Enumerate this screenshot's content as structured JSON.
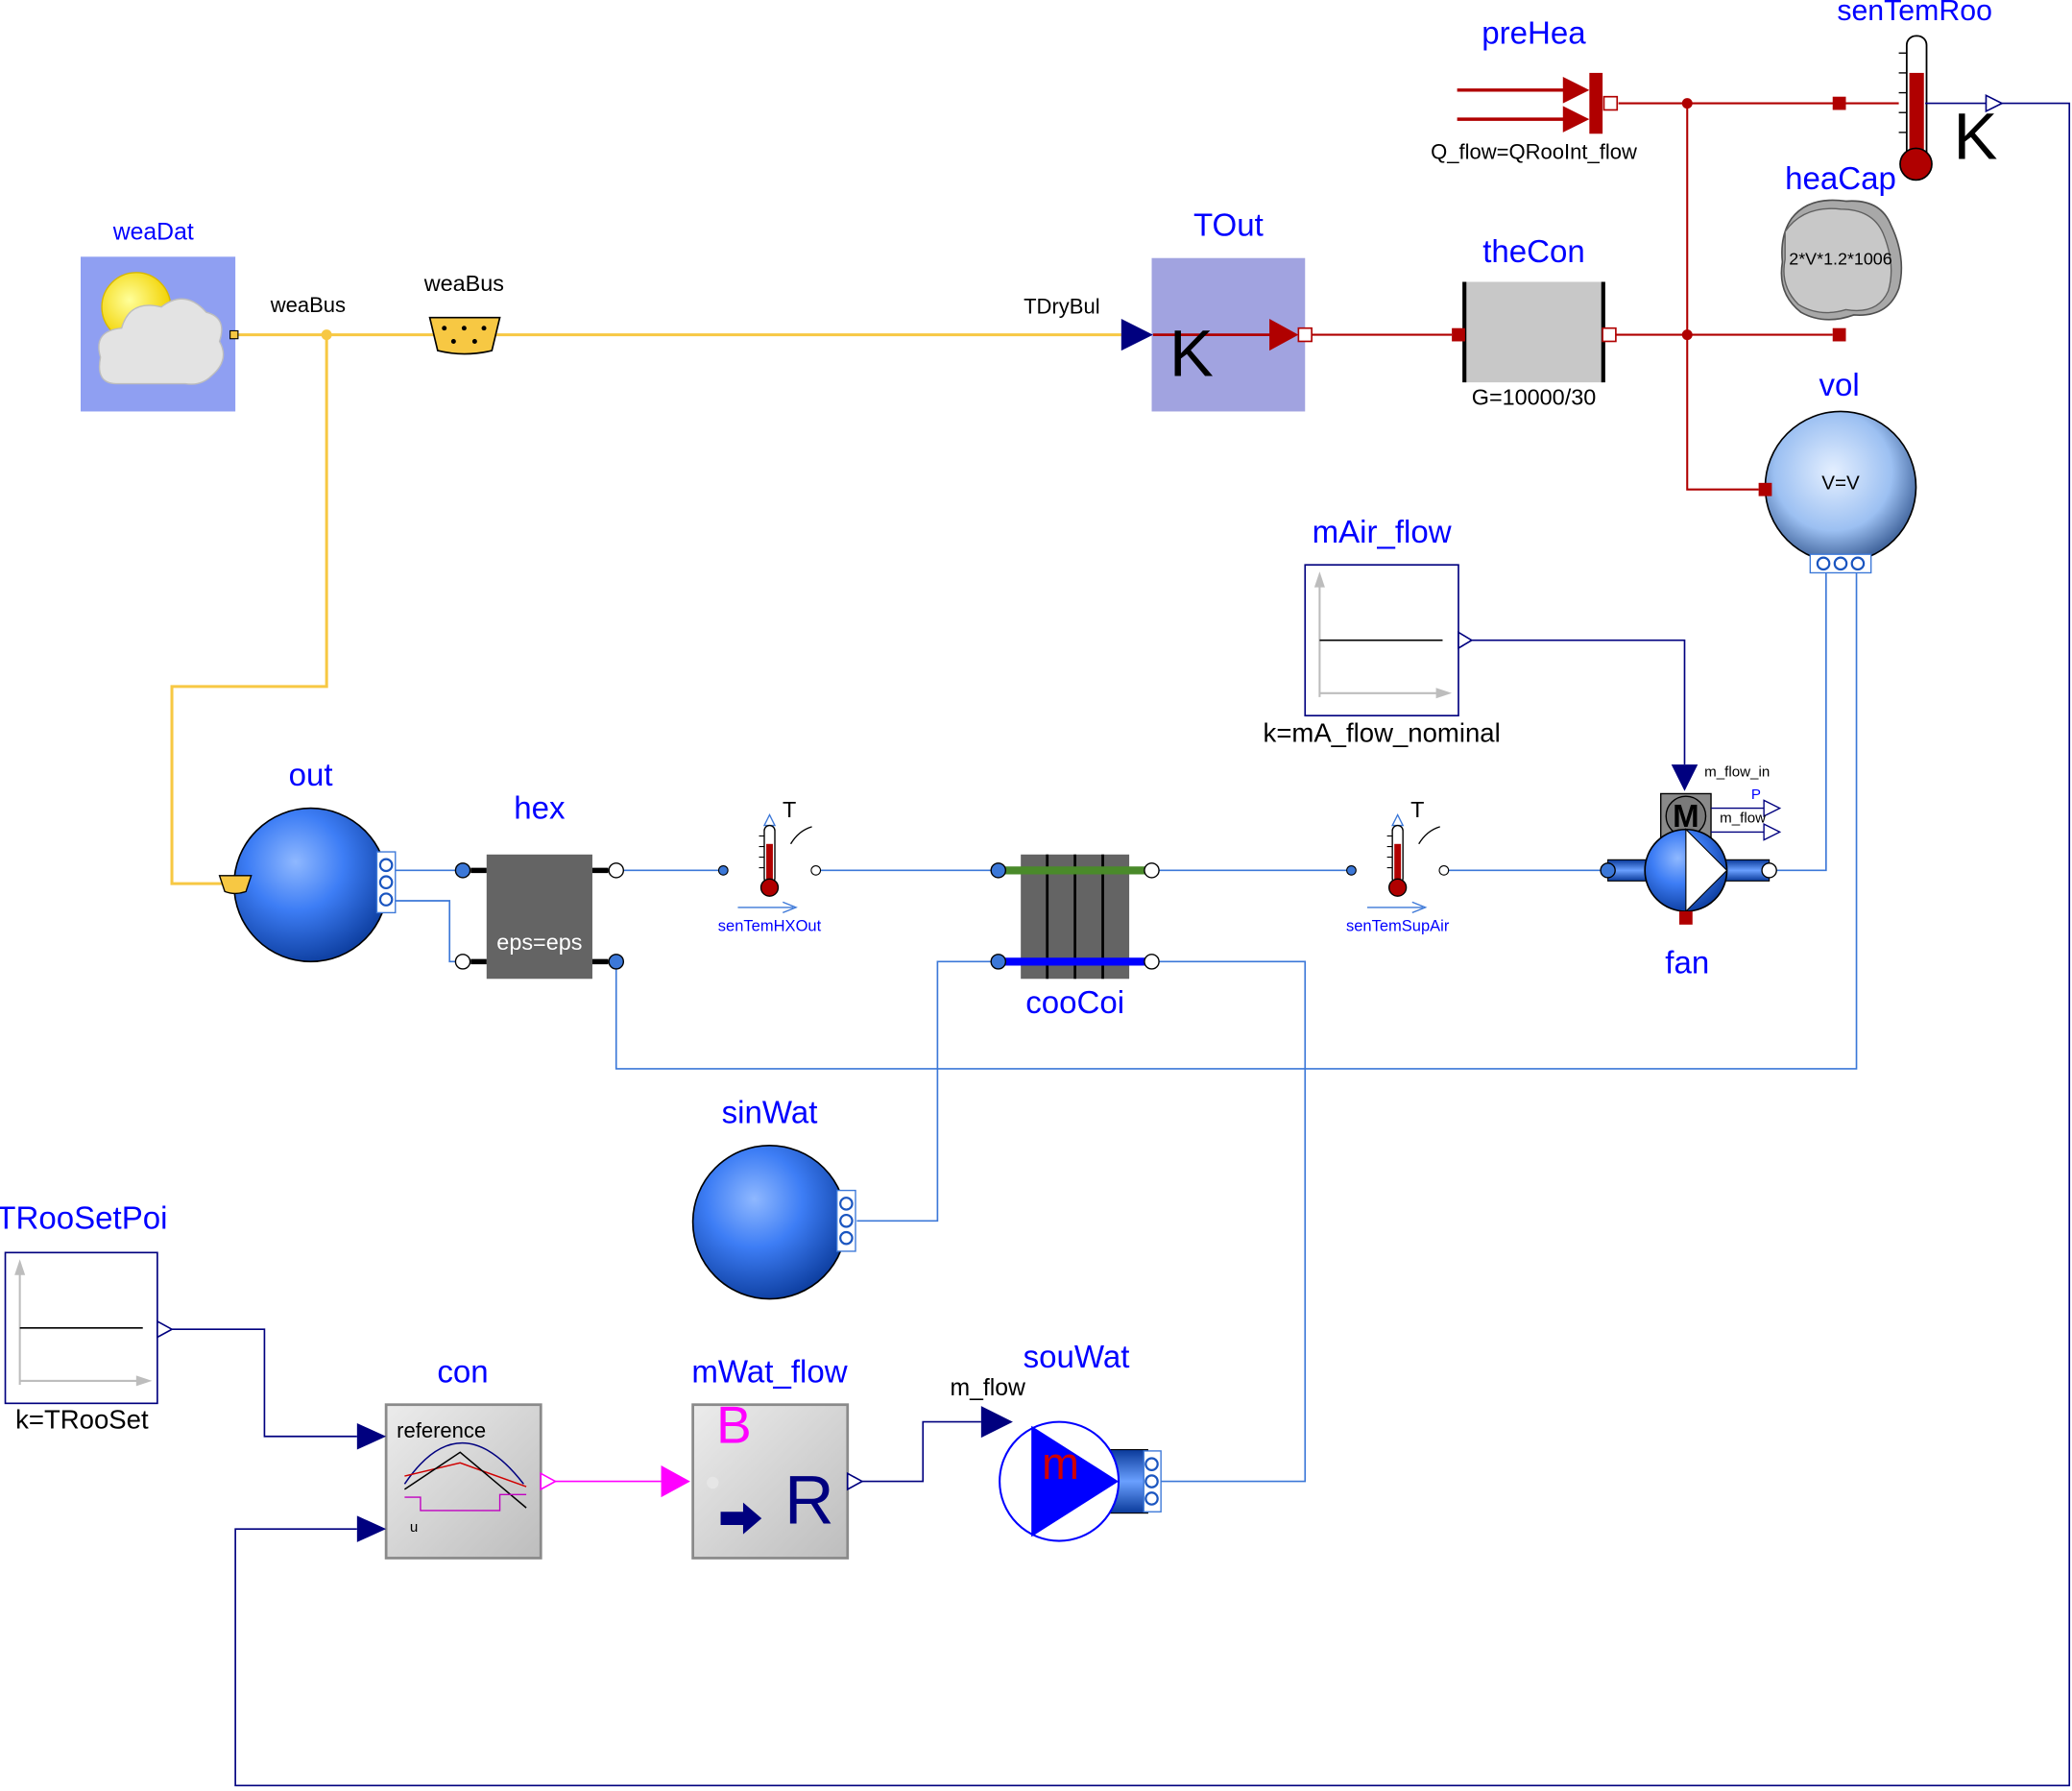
{
  "components": {
    "weaDat": {
      "name": "weaDat",
      "port_label": "weaBus"
    },
    "weaBus": {
      "name": "weaBus"
    },
    "TOut": {
      "name": "TOut",
      "port_label": "TDryBul",
      "unit": "K"
    },
    "theCon": {
      "name": "theCon",
      "param": "G=10000/30"
    },
    "preHea": {
      "name": "preHea",
      "param": "Q_flow=QRooInt_flow"
    },
    "senTemRoo": {
      "name": "senTemRoo",
      "unit": "K"
    },
    "heaCap": {
      "name": "heaCap",
      "param": "2*V*1.2*1006"
    },
    "vol": {
      "name": "vol",
      "param": "V=V"
    },
    "mAir_flow": {
      "name": "mAir_flow",
      "param": "k=mA_flow_nominal"
    },
    "out": {
      "name": "out"
    },
    "hex": {
      "name": "hex",
      "param": "eps=eps"
    },
    "senTemHXOut": {
      "name": "senTemHXOut",
      "port_label": "T"
    },
    "cooCoi": {
      "name": "cooCoi"
    },
    "senTemSupAir": {
      "name": "senTemSupAir",
      "port_label": "T"
    },
    "fan": {
      "name": "fan",
      "motor_letter": "M",
      "port_in": "m_flow_in",
      "port_p": "P",
      "port_mflow": "m_flow"
    },
    "sinWat": {
      "name": "sinWat"
    },
    "TRooSetPoi": {
      "name": "TRooSetPoi",
      "param": "k=TRooSet"
    },
    "con": {
      "name": "con",
      "label_reference": "reference",
      "label_u": "u"
    },
    "mWat_flow": {
      "name": "mWat_flow",
      "letter_b": "B",
      "letter_r": "R"
    },
    "souWat": {
      "name": "souWat",
      "port_label": "m_flow",
      "letter": "m"
    }
  },
  "colors": {
    "name_text": "#0000ff",
    "weather_bus": "#f7c843",
    "heat_port": "#b00000",
    "fluid": "#3c78d8",
    "signal": "#00007f",
    "control_signal": "#ff00ff",
    "coil_air": "#4a8a2a",
    "coil_water": "#0000ff"
  }
}
